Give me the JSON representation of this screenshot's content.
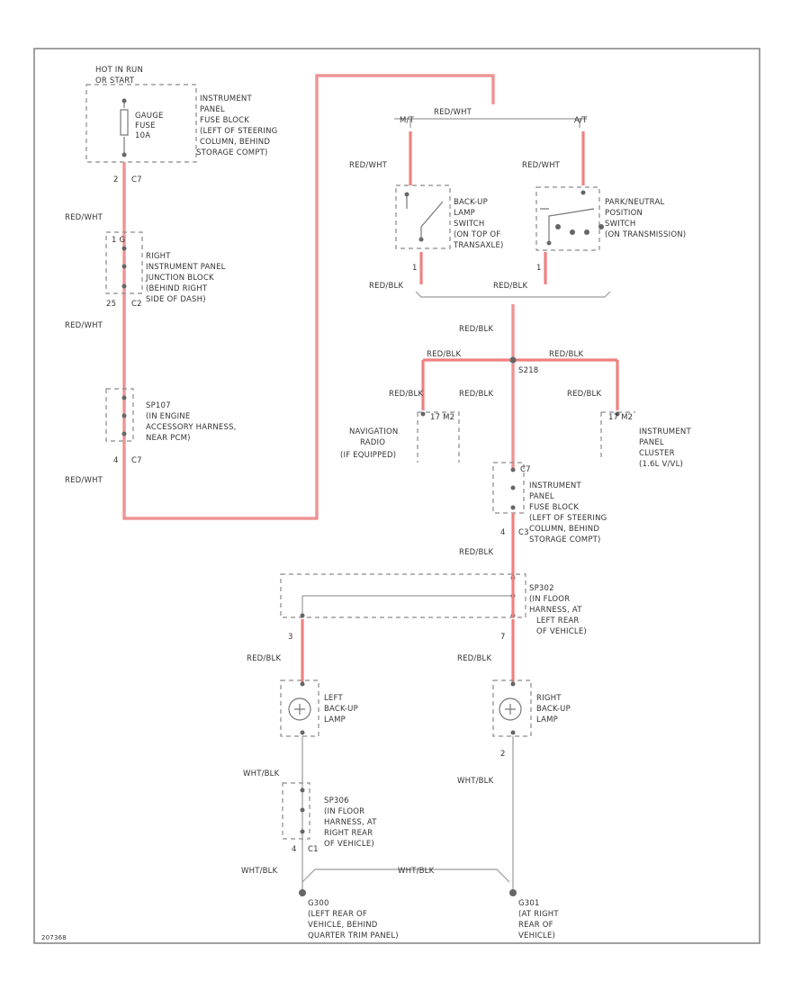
{
  "labels": {
    "hot_in_run": "HOT IN RUN",
    "or_start": "OR START",
    "ipfb_1": "INSTRUMENT",
    "ipfb_2": "PANEL",
    "ipfb_3": "FUSE BLOCK",
    "ipfb_4": "(LEFT OF STEERING",
    "ipfb_5": "COLUMN, BEHIND",
    "ipfb_6": "STORAGE COMPT)",
    "gauge_1": "GAUGE",
    "gauge_2": "FUSE",
    "gauge_3": "10A",
    "c7_top": "C7",
    "pin2_top": "2",
    "red_wht_1": "RED/WHT",
    "rijb_1": "RIGHT",
    "rijb_2": "INSTRUMENT PANEL",
    "rijb_3": "JUNCTION BLOCK",
    "rijb_4": "(BEHIND RIGHT",
    "rijb_5": "SIDE OF DASH)",
    "pin25": "25",
    "c2": "C2",
    "red_wht_2": "RED/WHT",
    "sp107_1": "SP107",
    "sp107_2": "(IN ENGINE",
    "sp107_3": "ACCESSORY HARNESS,",
    "sp107_4": "NEAR PCM)",
    "pin4_c7": "4",
    "c7_mid": "C7",
    "red_wht_3": "RED/WHT",
    "red_wht_top": "RED/WHT",
    "mt": "M/T",
    "at": "A/T",
    "red_wht_l": "RED/WHT",
    "red_wht_r": "RED/WHT",
    "bu_1": "BACK-UP",
    "bu_2": "LAMP",
    "bu_3": "SWITCH",
    "bu_4": "(ON TOP OF",
    "bu_5": "TRANSAXLE)",
    "pn_1": "PARK/NEUTRAL",
    "pn_2": "POSITION",
    "pn_3": "SWITCH",
    "pn_4": "(ON TRANSMISSION)",
    "pin1_l": "1",
    "pin1_r": "1",
    "red_blk_l": "RED/BLK",
    "red_blk_r": "RED/BLK",
    "red_blk_c": "RED/BLK",
    "red_blk_s1": "RED/BLK",
    "red_blk_s2": "RED/BLK",
    "s218": "S218",
    "red_blk_n": "RED/BLK",
    "red_blk_m": "RED/BLK",
    "red_blk_i": "RED/BLK",
    "nav_pins": "17  M2",
    "nav_1": "NAVIGATION",
    "nav_2": "RADIO",
    "nav_3": "(IF EQUIPPED)",
    "ipc_pins": "17  M2",
    "ipc_1": "INSTRUMENT",
    "ipc_2": "PANEL",
    "ipc_3": "CLUSTER",
    "ipc_4": "(1.6L V/VL)",
    "ipfb2_pin": "C7",
    "ipfb2_1": "INSTRUMENT",
    "ipfb2_2": "PANEL",
    "ipfb2_3": "FUSE BLOCK",
    "ipfb2_4": "(LEFT OF STEERING",
    "ipfb2_5": "COLUMN, BEHIND",
    "ipfb2_6": "STORAGE COMPT)",
    "pin4_c3": "4",
    "c3": "C3",
    "red_blk_d": "RED/BLK",
    "sp302_1": "SP302",
    "sp302_2": "(IN FLOOR",
    "sp302_3": "HARNESS, AT",
    "sp302_4": "LEFT REAR",
    "sp302_5": "OF VEHICLE)",
    "pin_l3": "3",
    "pin_r7": "7",
    "red_blk_ll": "RED/BLK",
    "red_blk_rl": "RED/BLK",
    "lbl_1": "LEFT",
    "lbl_2": "BACK-UP",
    "lbl_3": "LAMP",
    "rbl_1": "RIGHT",
    "rbl_2": "BACK-UP",
    "rbl_3": "LAMP",
    "pin_r2": "2",
    "wht_blk_l": "WHT/BLK",
    "wht_blk_r": "WHT/BLK",
    "sp306_1": "SP306",
    "sp306_2": "(IN FLOOR",
    "sp306_3": "HARNESS, AT",
    "sp306_4": "RIGHT REAR",
    "sp306_5": "OF VEHICLE)",
    "pin4_c1": "4",
    "c1": "C1",
    "wht_blk_g": "WHT/BLK",
    "wht_blk_gm": "WHT/BLK",
    "g300_1": "G300",
    "g300_2": "(LEFT REAR OF",
    "g300_3": "VEHICLE, BEHIND",
    "g300_4": "QUARTER TRIM PANEL)",
    "g301_1": "G301",
    "g301_2": "(AT RIGHT",
    "g301_3": "REAR OF",
    "g301_4": "VEHICLE)",
    "footer_code": "207368"
  },
  "colors": {
    "power_wire": "#f08080",
    "ground_wire": "#9a9a9a",
    "dashed_box": "#8a8a8a",
    "frame": "#888888"
  }
}
